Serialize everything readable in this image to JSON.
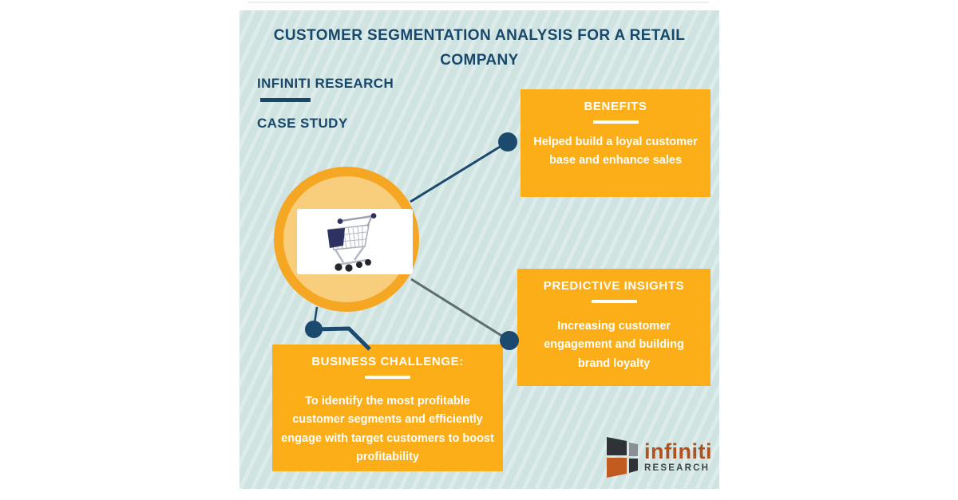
{
  "page": {
    "title": "CUSTOMER SEGMENTATION ANALYSIS FOR A RETAIL COMPANY",
    "brand": "INFINITI RESEARCH",
    "subtitle": "CASE STUDY"
  },
  "boxes": {
    "benefits": {
      "title": "BENEFITS",
      "body": "Helped build a loyal customer base and enhance sales"
    },
    "predictive": {
      "title": "PREDICTIVE INSIGHTS",
      "body": "Increasing customer engagement and building brand loyalty"
    },
    "challenge": {
      "title": "BUSINESS CHALLENGE:",
      "body": "To identify the most profitable customer segments and efficiently engage with target customers to boost profitability"
    }
  },
  "hub": {
    "icon": "shopping-cart-image"
  },
  "logo": {
    "icon": "infiniti-window-panes-logo",
    "name": "infiniti",
    "sub": "RESEARCH"
  },
  "colors": {
    "background": "#CFE3E1",
    "stripe": "#E2F0EE",
    "box_yellow": "#FBAE17",
    "circle_ring": "#F5A623",
    "circle_fill": "#F8CE7D",
    "navy": "#1C4A6E",
    "connector_gray": "#5F6D73",
    "logo_orange": "#B1501C",
    "logo_dark": "#2F3237",
    "logo_gray": "#8A8F96",
    "text_white": "#FFFFFF"
  }
}
